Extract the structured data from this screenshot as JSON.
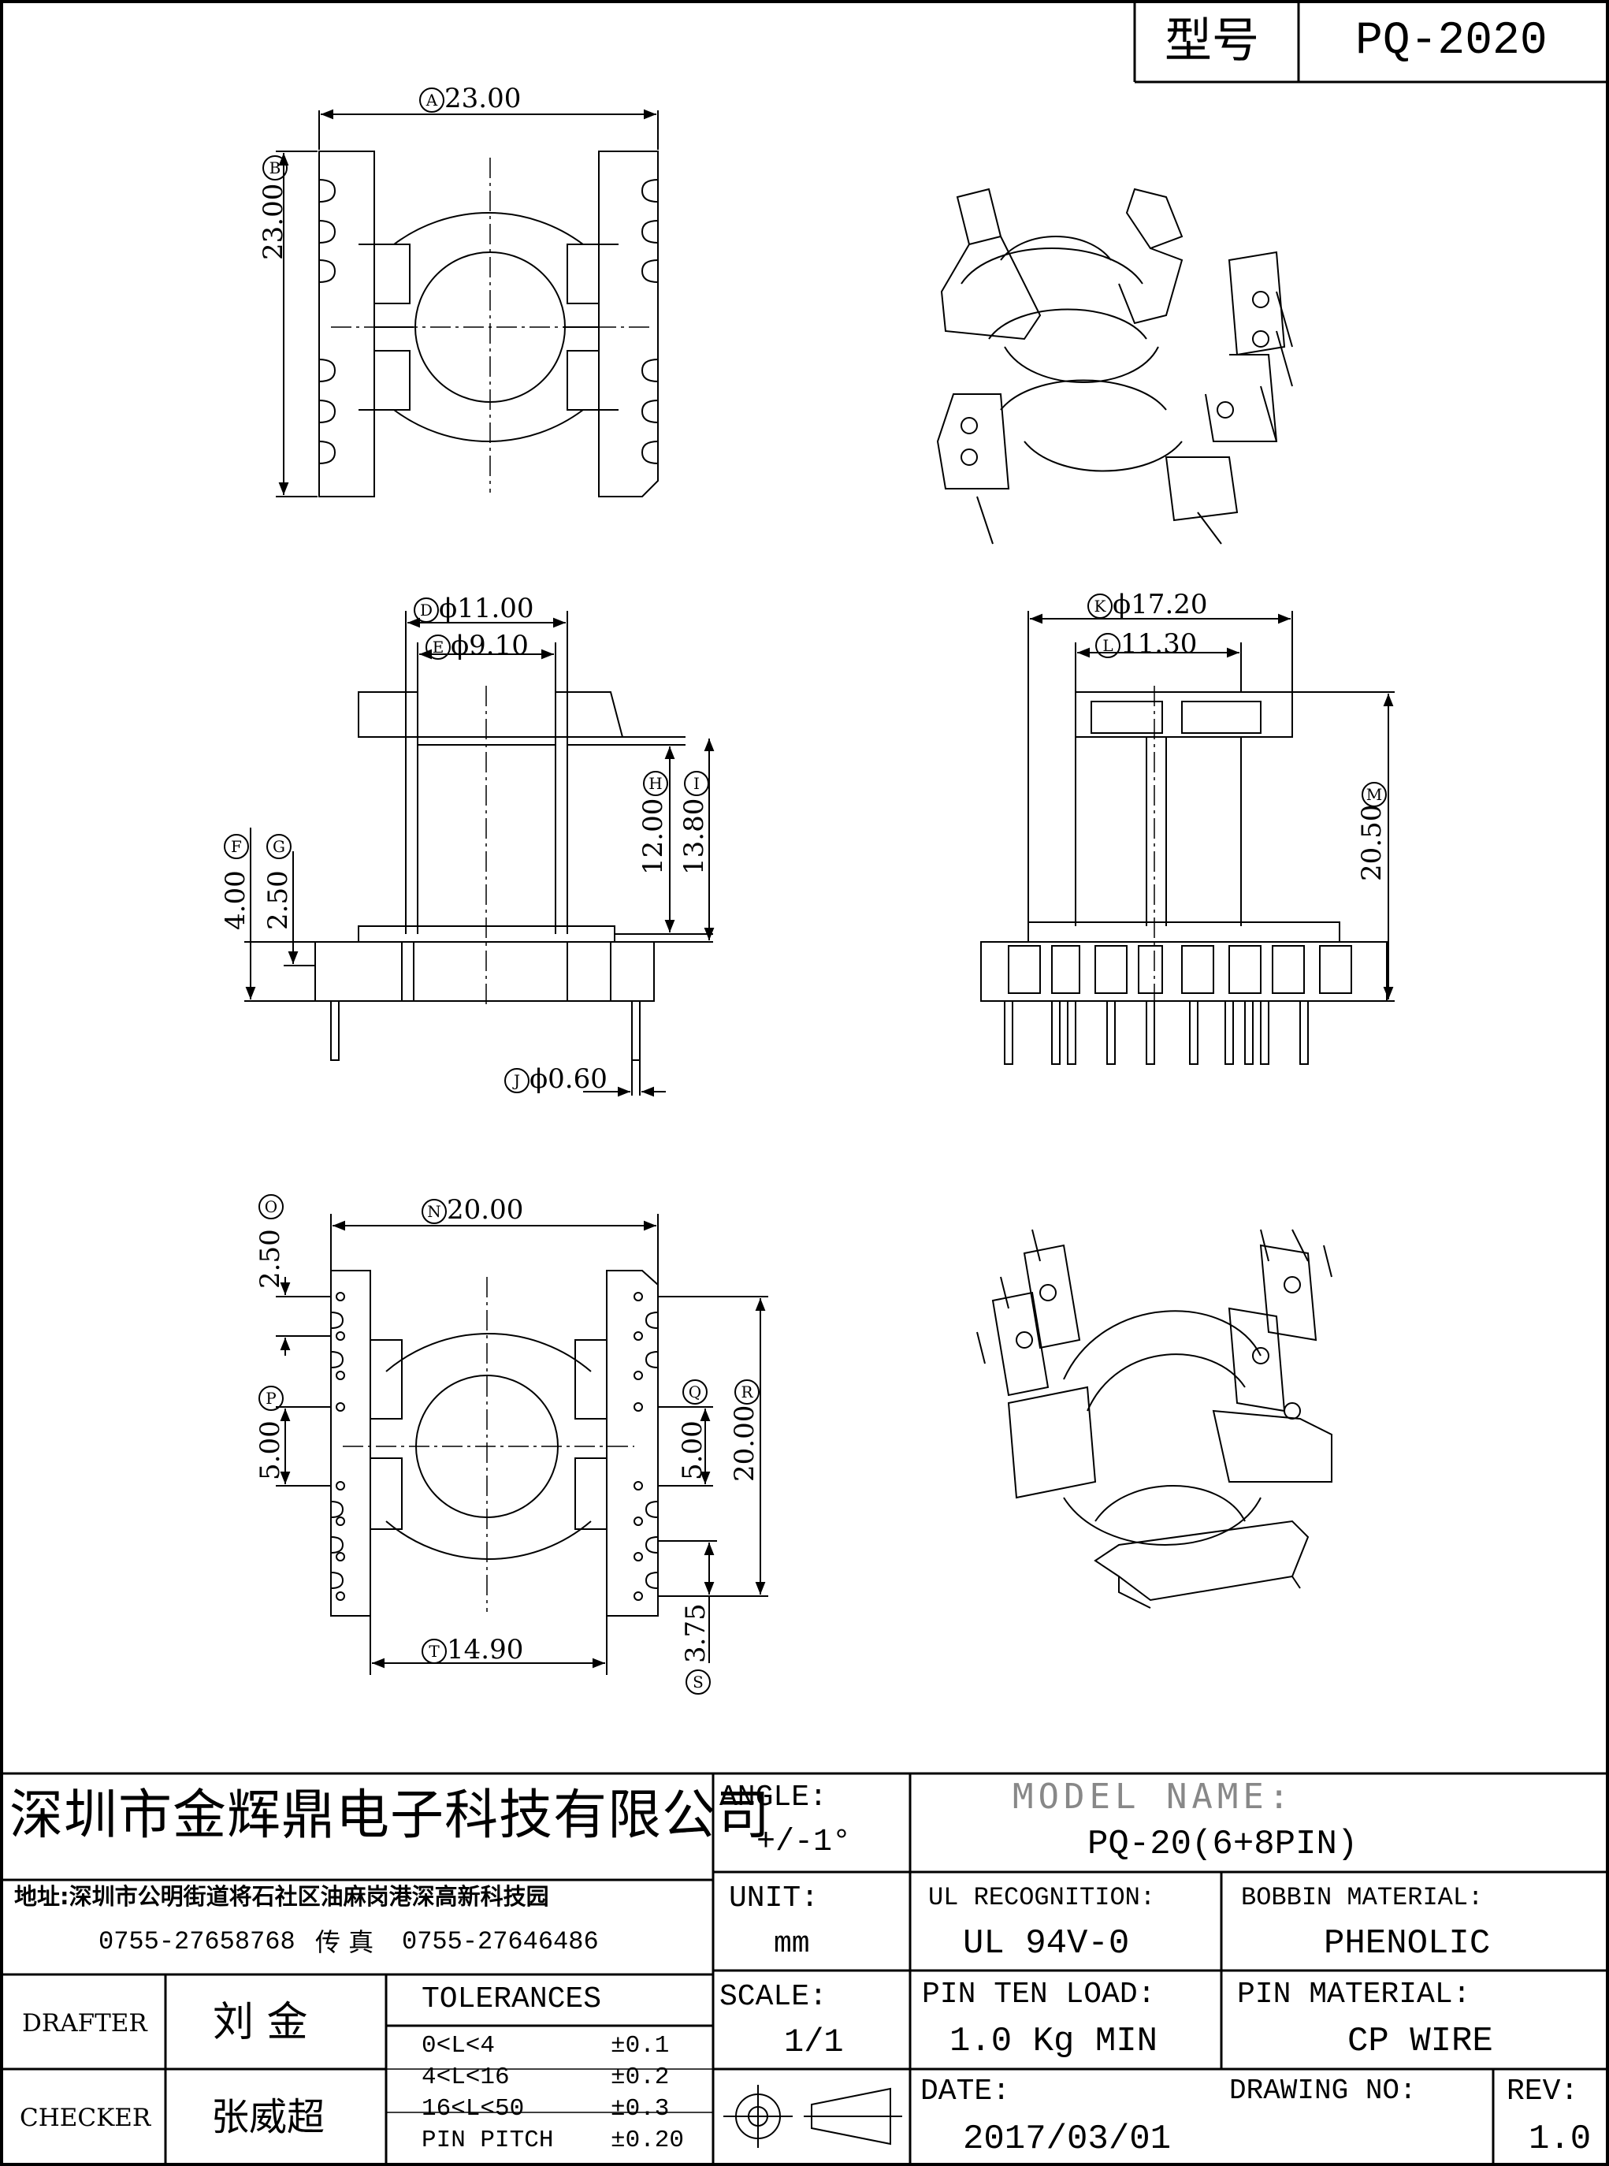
{
  "title_block_top": {
    "model_label": "型号",
    "model_value": "PQ-2020"
  },
  "dims": {
    "A": {
      "letter": "A",
      "value": "23.00"
    },
    "B": {
      "letter": "B",
      "value": "23.00"
    },
    "D": {
      "letter": "D",
      "value": "ϕ11.00"
    },
    "E": {
      "letter": "E",
      "value": "ϕ9.10"
    },
    "F": {
      "letter": "F",
      "value": "4.00"
    },
    "G": {
      "letter": "G",
      "value": "2.50"
    },
    "H": {
      "letter": "H",
      "value": "12.00"
    },
    "I": {
      "letter": "I",
      "value": "13.80"
    },
    "J": {
      "letter": "J",
      "value": "ϕ0.60"
    },
    "K": {
      "letter": "K",
      "value": "ϕ17.20"
    },
    "L": {
      "letter": "L",
      "value": "11.30"
    },
    "M": {
      "letter": "M",
      "value": "20.50"
    },
    "N": {
      "letter": "N",
      "value": "20.00"
    },
    "O": {
      "letter": "O",
      "value": "2.50"
    },
    "P": {
      "letter": "P",
      "value": "5.00"
    },
    "Q": {
      "letter": "Q",
      "value": "5.00"
    },
    "R": {
      "letter": "R",
      "value": "20.00"
    },
    "S": {
      "letter": "S",
      "value": "3.75"
    },
    "T": {
      "letter": "T",
      "value": "14.90"
    }
  },
  "company": {
    "name": "深圳市金辉鼎电子科技有限公司",
    "address": "地址:深圳市公明街道将石社区油麻岗港深高新科技园",
    "phone": "0755-27658768",
    "fax_label": "传 真",
    "fax": "0755-27646486"
  },
  "fields": {
    "angle_label": "ANGLE:",
    "angle_value": "+/-1°",
    "model_name_label": "MODEL NAME:",
    "model_name_value": "PQ-20(6+8PIN)",
    "unit_label": "UNIT:",
    "unit_value": "mm",
    "ul_label": "UL RECOGNITION:",
    "ul_value": "UL 94V-0",
    "bobbin_label": "BOBBIN MATERIAL:",
    "bobbin_value": "PHENOLIC",
    "scale_label": "SCALE:",
    "scale_value": "1/1",
    "pin_load_label": "PIN TEN LOAD:",
    "pin_load_value": "1.0 Kg MIN",
    "pin_material_label": "PIN MATERIAL:",
    "pin_material_value": "CP WIRE",
    "date_label": "DATE:",
    "date_value": "2017/03/01",
    "drawing_no_label": "DRAWING NO:",
    "rev_label": "REV:",
    "rev_value": "1.0",
    "drafter_label": "DRAFTER",
    "drafter_name": "刘  金",
    "checker_label": "CHECKER",
    "checker_name": "张威超"
  },
  "tolerances": {
    "title": "TOLERANCES",
    "rows": [
      {
        "range": "0<L<4",
        "value": "±0.1"
      },
      {
        "range": "4<L<16",
        "value": "±0.2"
      },
      {
        "range": "16<L<50",
        "value": "±0.3"
      },
      {
        "range": "PIN PITCH",
        "value": "±0.20"
      }
    ]
  }
}
